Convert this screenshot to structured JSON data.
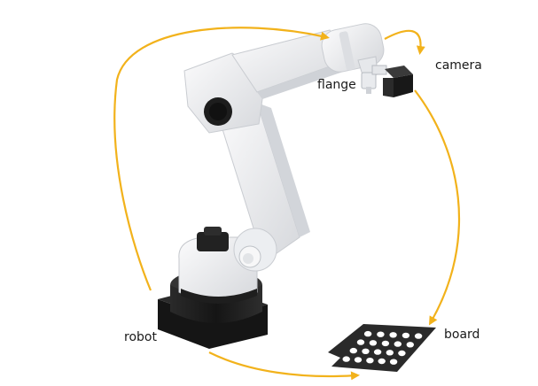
{
  "labels": {
    "camera": "camera",
    "flange": "flange",
    "robot": "robot",
    "board": "board"
  },
  "colors": {
    "arrow": "#f2b21b",
    "arm_white": "#ecedef",
    "arm_shade": "#c9ccd1",
    "base_dark": "#1c1c1c",
    "camera_dark": "#202020",
    "board_dark": "#2a2a2a",
    "board_dot": "#ffffff",
    "text": "#1a1a1a"
  },
  "board": {
    "dot_rows": 4,
    "dot_cols": 5
  }
}
